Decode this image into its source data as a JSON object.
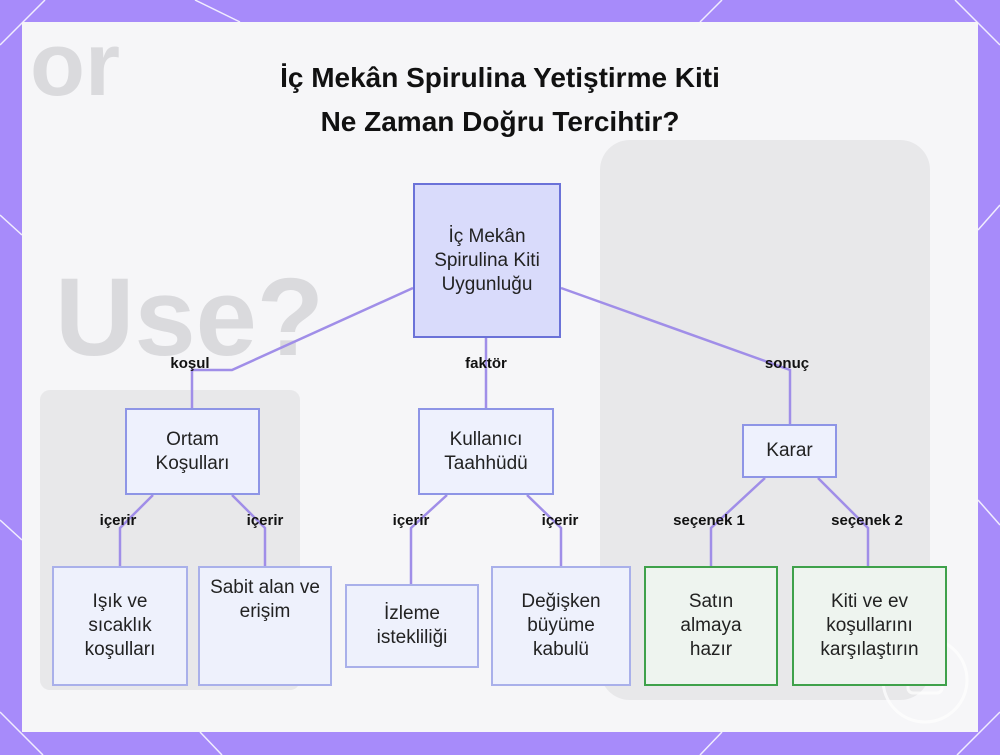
{
  "title": {
    "line1": "İç Mekân Spirulina Yetiştirme Kiti",
    "line2": "Ne Zaman Doğru Tercihtir?"
  },
  "background_text": {
    "word1": "or",
    "word2": "Use?"
  },
  "nodes": {
    "root": "İç Mekân Spirulina Kiti Uygunluğu",
    "ortam": "Ortam Koşulları",
    "kullanici": "Kullanıcı Taahhüdü",
    "karar": "Karar",
    "isik": "Işık ve sıcaklık koşulları",
    "sabit": "Sabit alan ve erişim",
    "izleme": "İzleme istekliliği",
    "degisken": "Değişken büyüme kabulü",
    "satin": "Satın almaya hazır",
    "kiti": "Kiti ve ev koşullarını karşılaştırın"
  },
  "edges": {
    "kosul": "koşul",
    "faktor": "faktör",
    "sonuc": "sonuç",
    "icerir1": "içerir",
    "icerir2": "içerir",
    "icerir3": "içerir",
    "icerir4": "içerir",
    "secenek1": "seçenek 1",
    "secenek2": "seçenek 2"
  },
  "colors": {
    "frame": "#a78bfa",
    "edge": "#a08ee8",
    "root_fill": "#d9dbfb",
    "green_border": "#3fa14b"
  }
}
